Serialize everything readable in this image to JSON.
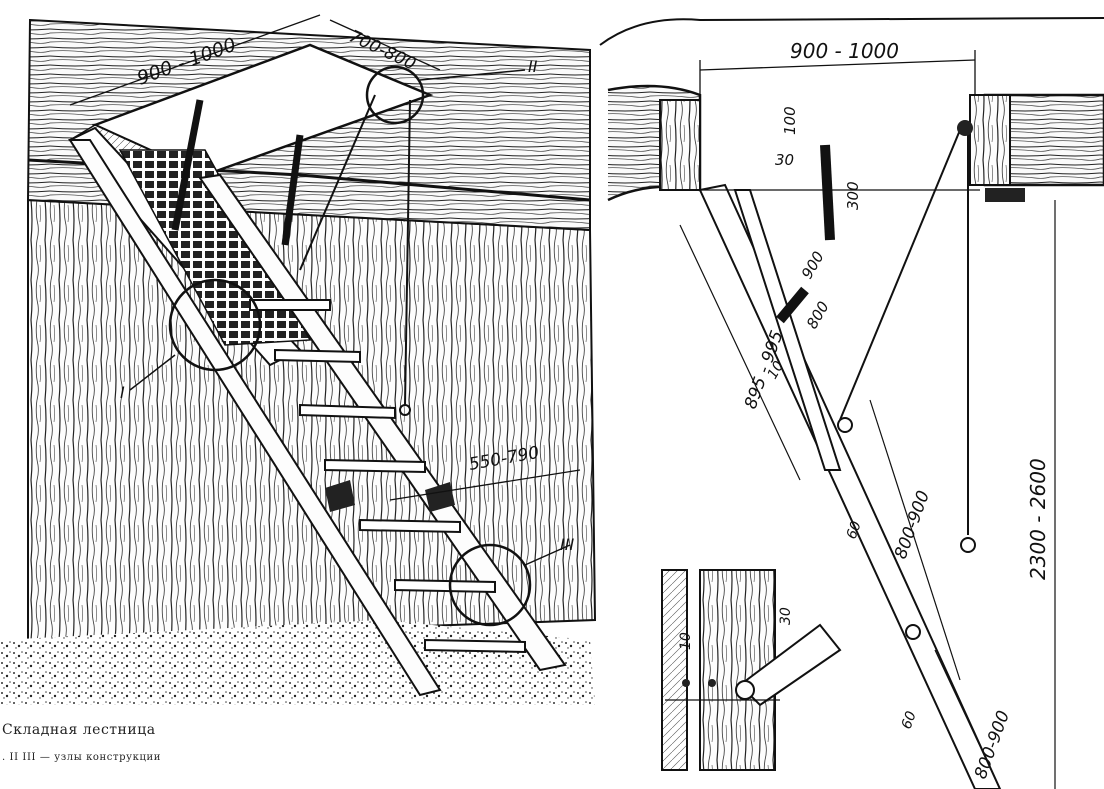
{
  "caption": {
    "title": "Складная лестница",
    "legend": ". II III — узлы конструкции"
  },
  "illustration": {
    "dims": {
      "hatch_width": "900 - 1000",
      "hatch_depth": "700-800",
      "tread_width": "550-790"
    },
    "markers": {
      "node_1": "I",
      "node_2": "II",
      "node_3": "III"
    }
  },
  "side_view": {
    "dims": {
      "opening_width": "900 - 1000",
      "d100": "100",
      "d30": "30",
      "d300": "300",
      "d900": "900",
      "d800": "800",
      "d10": "10",
      "d895_995": "895 - 995",
      "d60_a": "60",
      "d800_900_a": "800-900",
      "d60_b": "60",
      "d800_900_b": "800-900",
      "d2300_2600": "2300 - 2600"
    }
  },
  "detail_view": {
    "dims": {
      "d10": "10",
      "d30": "30"
    }
  }
}
